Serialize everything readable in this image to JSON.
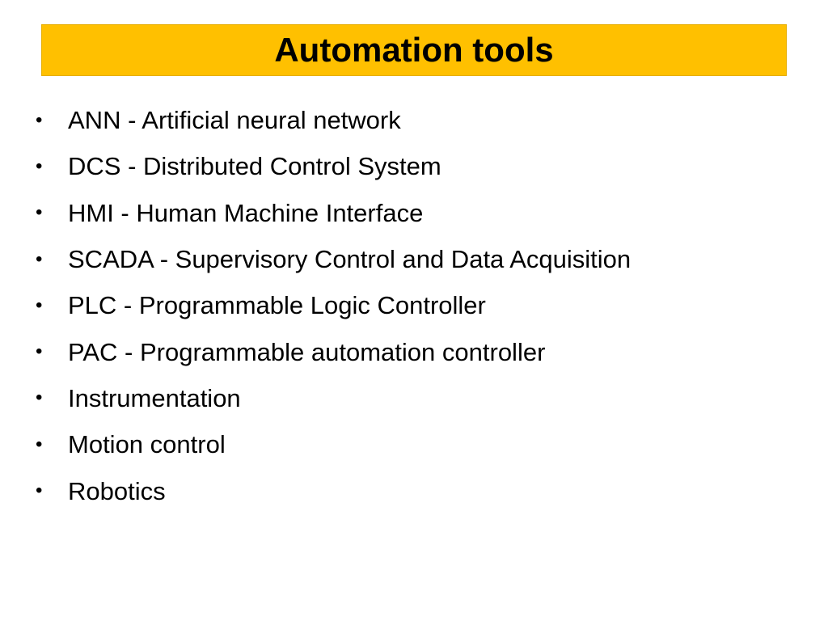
{
  "slide": {
    "title": "Automation tools",
    "banner_color": "#ffc000",
    "bullet_glyph": "•",
    "items": [
      {
        "text": "ANN - Artificial neural network"
      },
      {
        "text": "DCS - Distributed Control System"
      },
      {
        "text": "HMI - Human Machine Interface"
      },
      {
        "text": "SCADA - Supervisory Control and Data Acquisition"
      },
      {
        "text": "PLC - Programmable Logic Controller"
      },
      {
        "text": "PAC - Programmable automation controller"
      },
      {
        "text": "Instrumentation"
      },
      {
        "text": "Motion control"
      },
      {
        "text": "Robotics"
      }
    ]
  }
}
